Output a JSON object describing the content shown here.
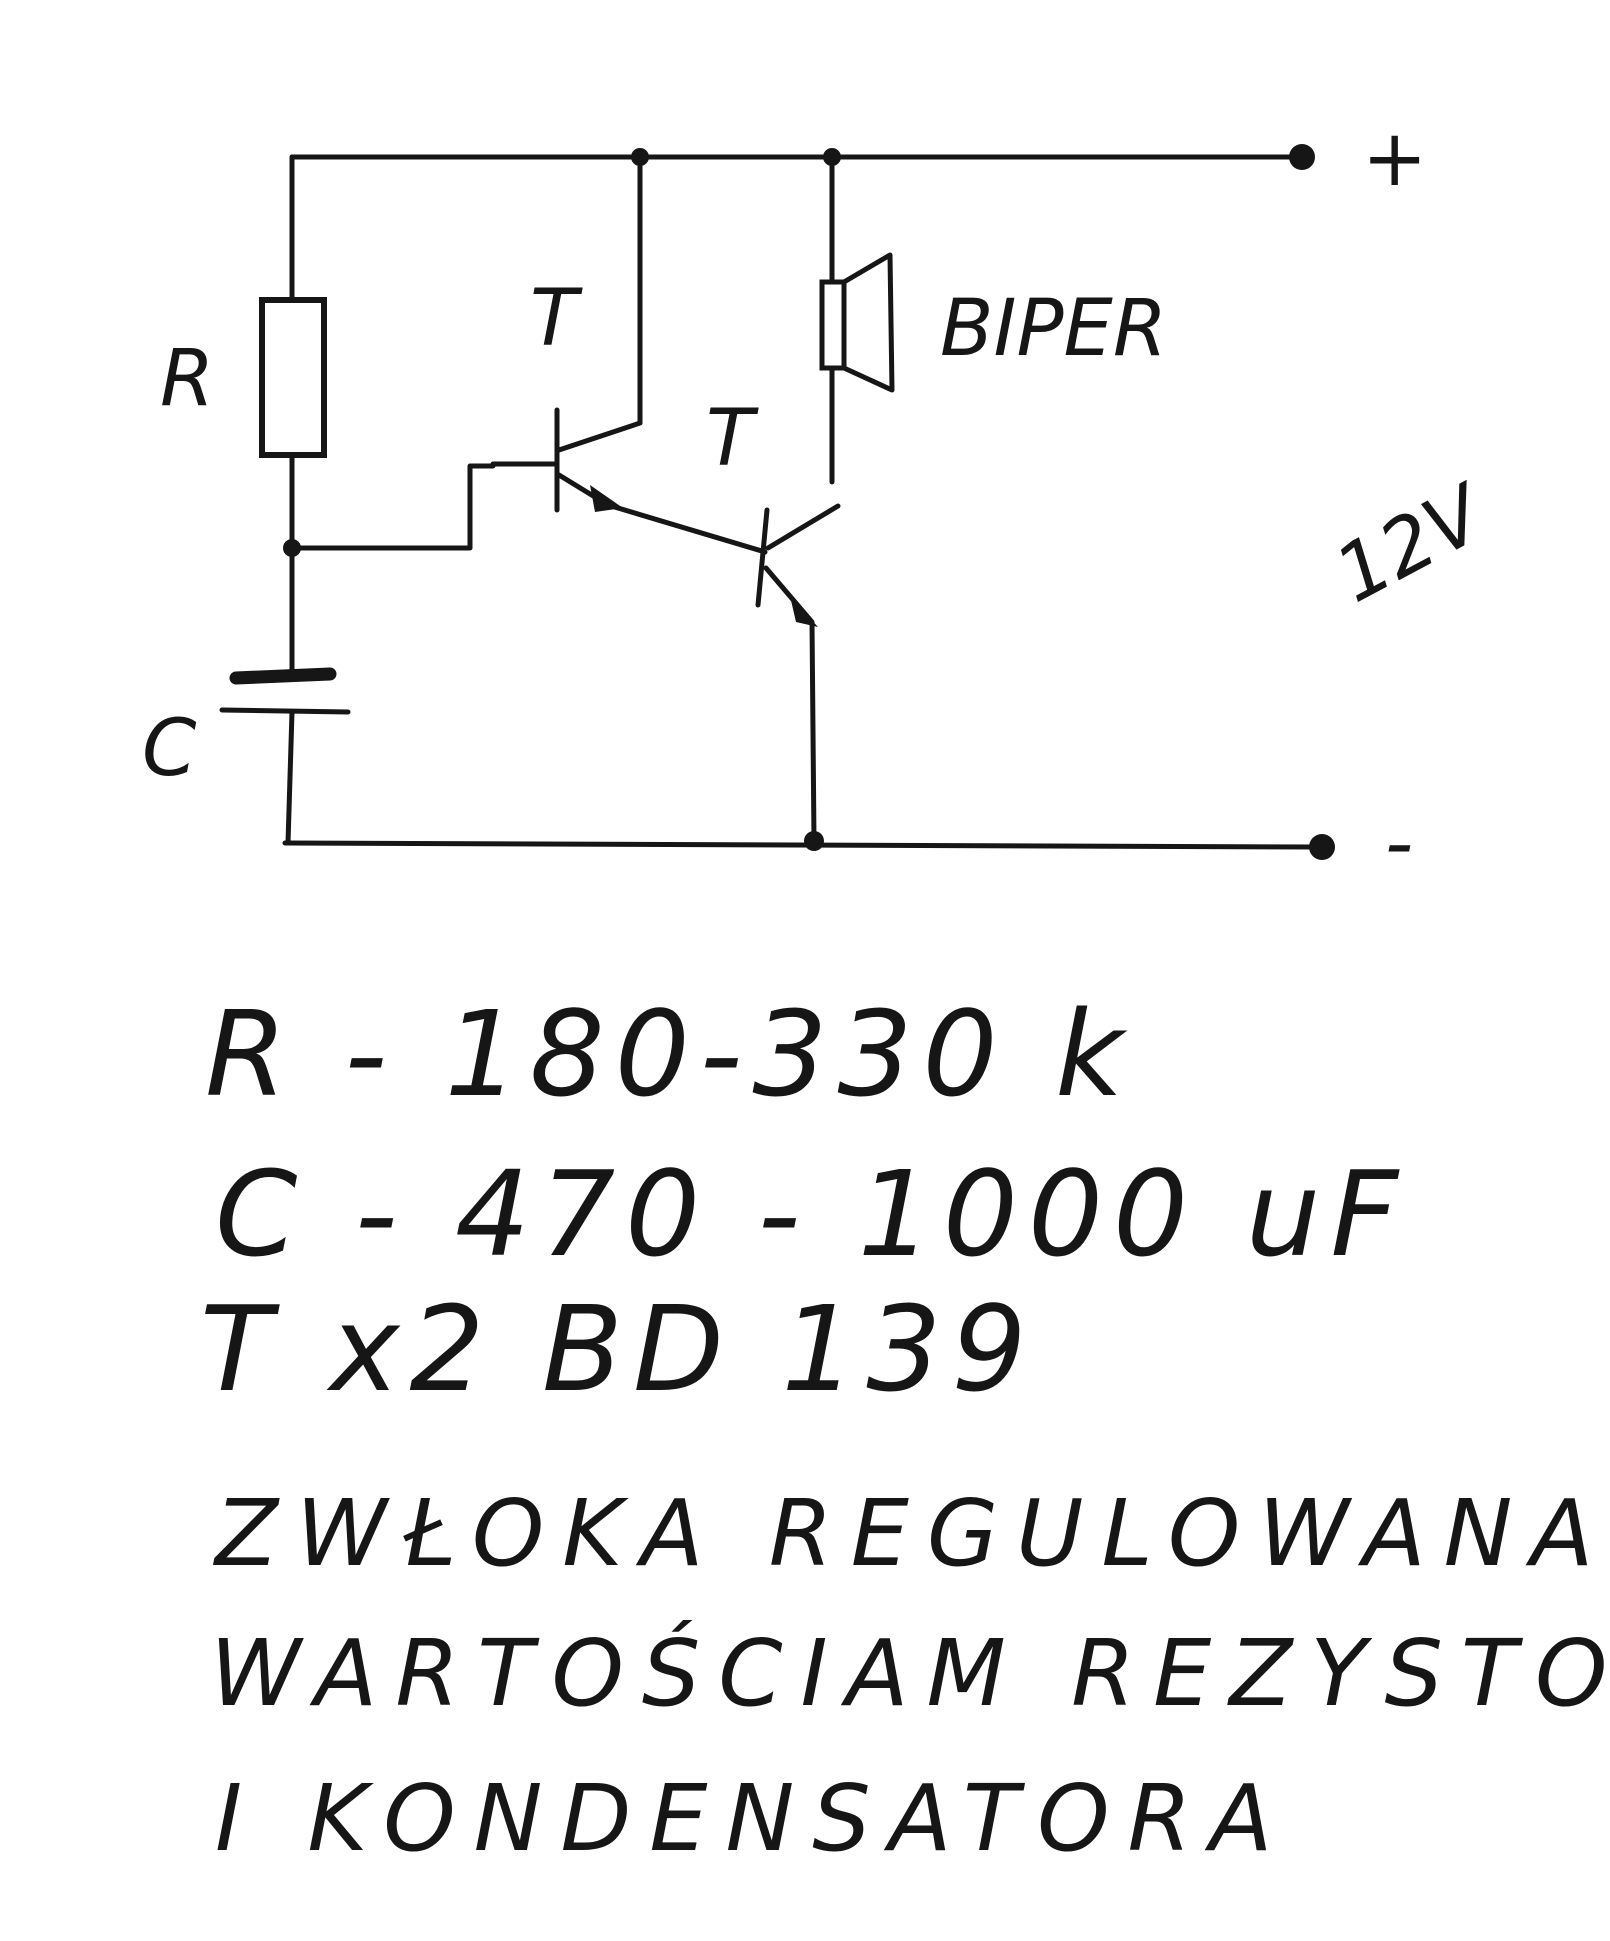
{
  "diagram": {
    "labels": {
      "resistor": "R",
      "capacitor": "C",
      "transistor_1": "T",
      "transistor_2": "T",
      "buzzer": "BIPER",
      "plus_terminal": "+",
      "minus_terminal": "-",
      "voltage": "12V"
    }
  },
  "notes": {
    "lines": [
      "R - 180-330 k",
      "C - 470 - 1000 uF",
      "T x2  BD 139"
    ]
  },
  "caption": {
    "lines": [
      "ZWŁOKA REGULOWANA",
      "WARTOŚCIAM REZYSTORA",
      "I KONDENSATORA"
    ]
  },
  "colors": {
    "ink": "#161616",
    "paper": "#ffffff"
  }
}
